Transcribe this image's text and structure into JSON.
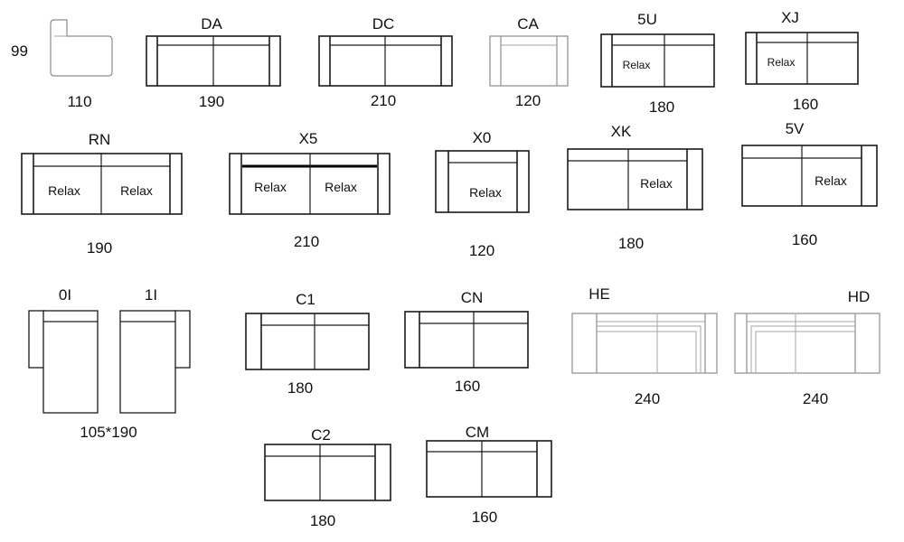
{
  "modules": [
    {
      "id": "corner",
      "code": "",
      "side_dim": "99",
      "width": "110"
    },
    {
      "id": "da",
      "code": "DA",
      "width": "190"
    },
    {
      "id": "dc",
      "code": "DC",
      "width": "210"
    },
    {
      "id": "ca",
      "code": "CA",
      "width": "120"
    },
    {
      "id": "5u",
      "code": "5U",
      "width": "180",
      "relax": [
        "Relax"
      ]
    },
    {
      "id": "xj",
      "code": "XJ",
      "width": "160",
      "relax": [
        "Relax"
      ]
    },
    {
      "id": "rn",
      "code": "RN",
      "width": "190",
      "relax": [
        "Relax",
        "Relax"
      ]
    },
    {
      "id": "x5",
      "code": "X5",
      "width": "210",
      "relax": [
        "Relax",
        "Relax"
      ]
    },
    {
      "id": "x0",
      "code": "X0",
      "width": "120",
      "relax": [
        "Relax"
      ]
    },
    {
      "id": "xk",
      "code": "XK",
      "width": "180",
      "relax": [
        "Relax"
      ]
    },
    {
      "id": "5v",
      "code": "5V",
      "width": "160",
      "relax": [
        "Relax"
      ]
    },
    {
      "id": "0i",
      "code": "0I"
    },
    {
      "id": "1i",
      "code": "1I"
    },
    {
      "id": "chaise-pair",
      "width": "105*190"
    },
    {
      "id": "c1",
      "code": "C1",
      "width": "180"
    },
    {
      "id": "cn",
      "code": "CN",
      "width": "160"
    },
    {
      "id": "he",
      "code": "HE",
      "width": "240"
    },
    {
      "id": "hd",
      "code": "HD",
      "width": "240"
    },
    {
      "id": "c2",
      "code": "C2",
      "width": "180"
    },
    {
      "id": "cm",
      "code": "CM",
      "width": "160"
    }
  ]
}
